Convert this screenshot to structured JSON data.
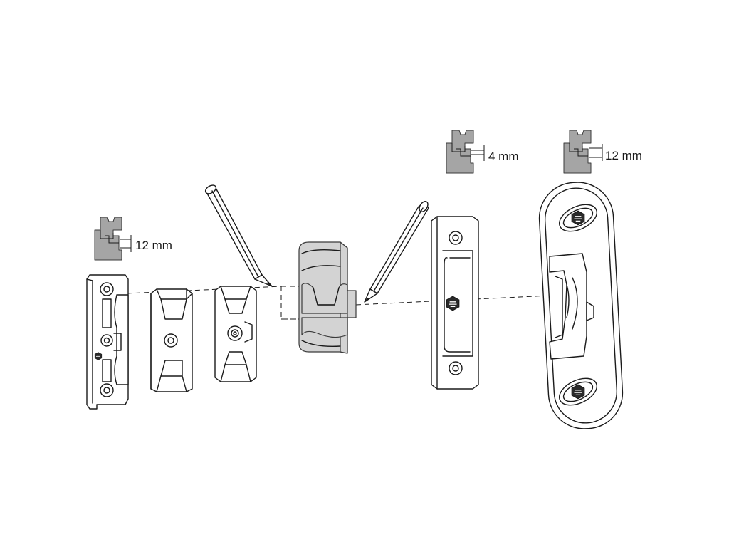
{
  "labels": {
    "dim_left": "12 mm",
    "dim_middle": "4 mm",
    "dim_right": "12 mm"
  },
  "icons": [
    "pencil-icon",
    "hex-logo-icon"
  ],
  "colors": {
    "line": "#1a1a1a",
    "profile_gray": "#a5a5a5",
    "part_gray": "#d3d3d3"
  }
}
